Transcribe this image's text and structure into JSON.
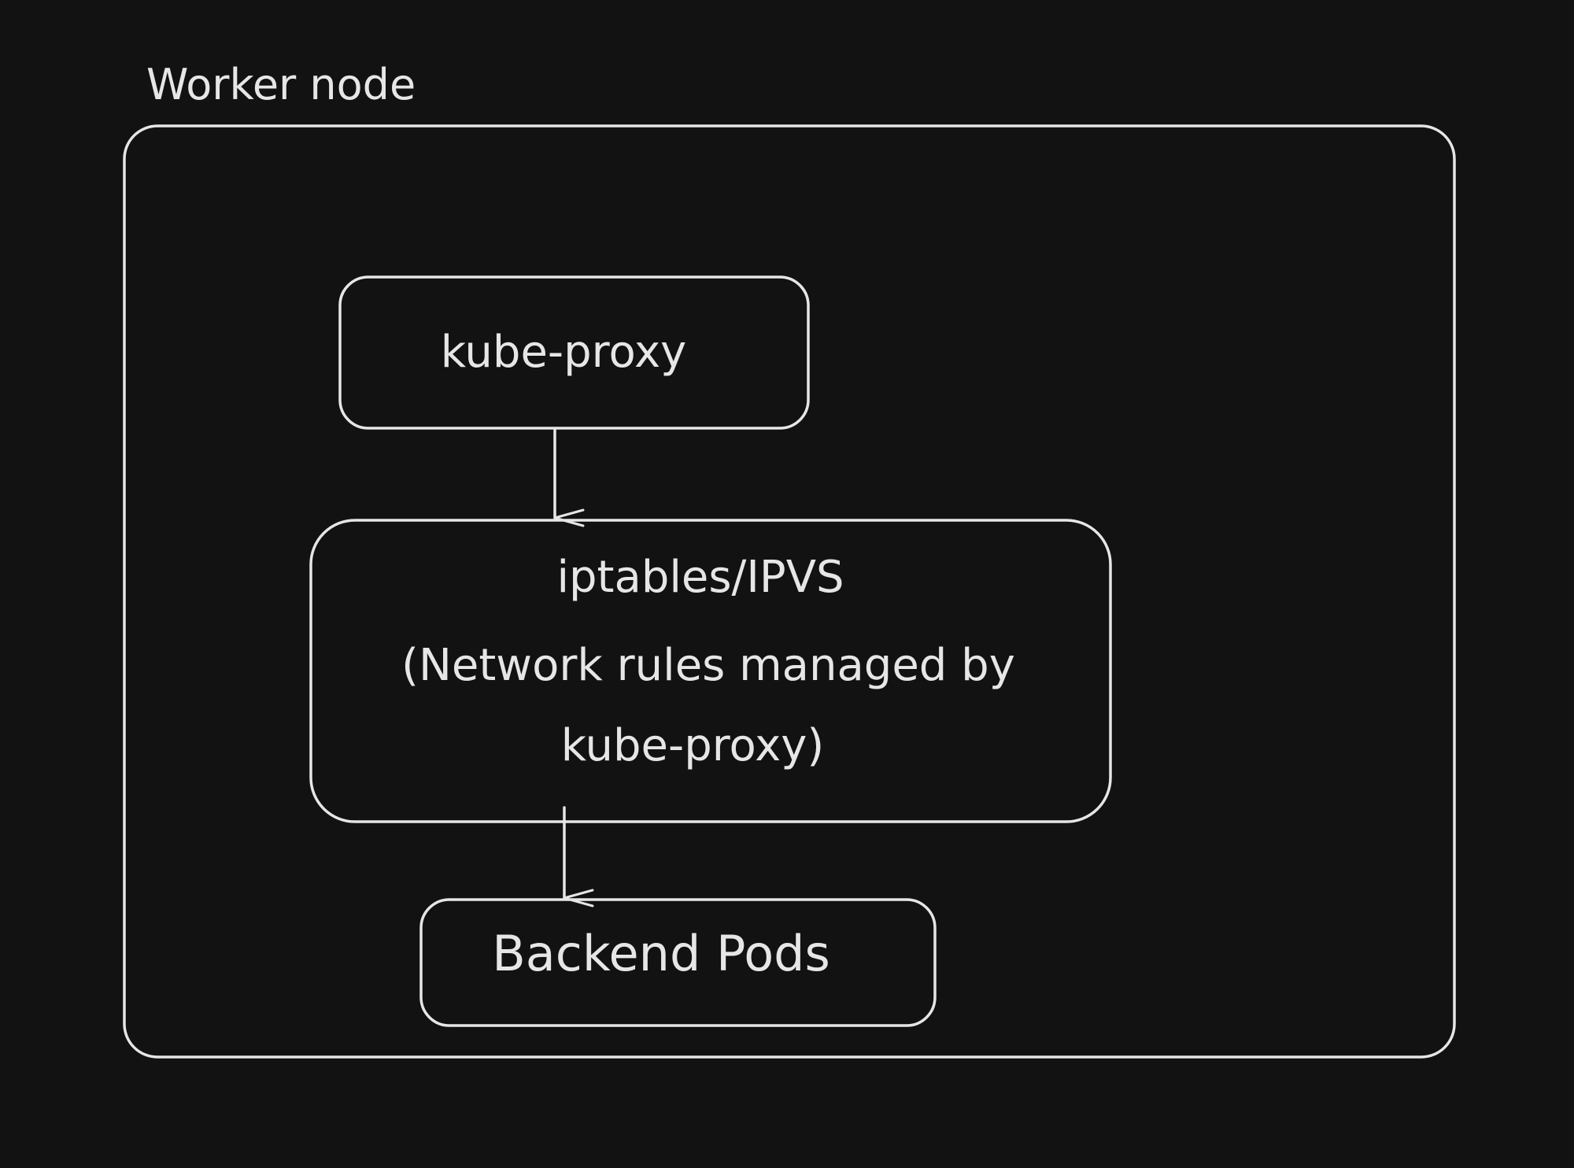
{
  "diagram": {
    "title": "Worker node",
    "nodes": [
      {
        "id": "kube_proxy",
        "lines": [
          "kube-proxy"
        ]
      },
      {
        "id": "iptables",
        "lines": [
          "iptables/IPVS",
          "(Network rules managed by",
          "kube-proxy)"
        ]
      },
      {
        "id": "backend_pods",
        "lines": [
          "Backend Pods"
        ]
      }
    ],
    "edges": [
      {
        "from": "kube_proxy",
        "to": "iptables"
      },
      {
        "from": "iptables",
        "to": "backend_pods"
      }
    ]
  },
  "colors": {
    "background": "#121212",
    "stroke": "#e6e6e6",
    "text": "#e6e6e6"
  }
}
